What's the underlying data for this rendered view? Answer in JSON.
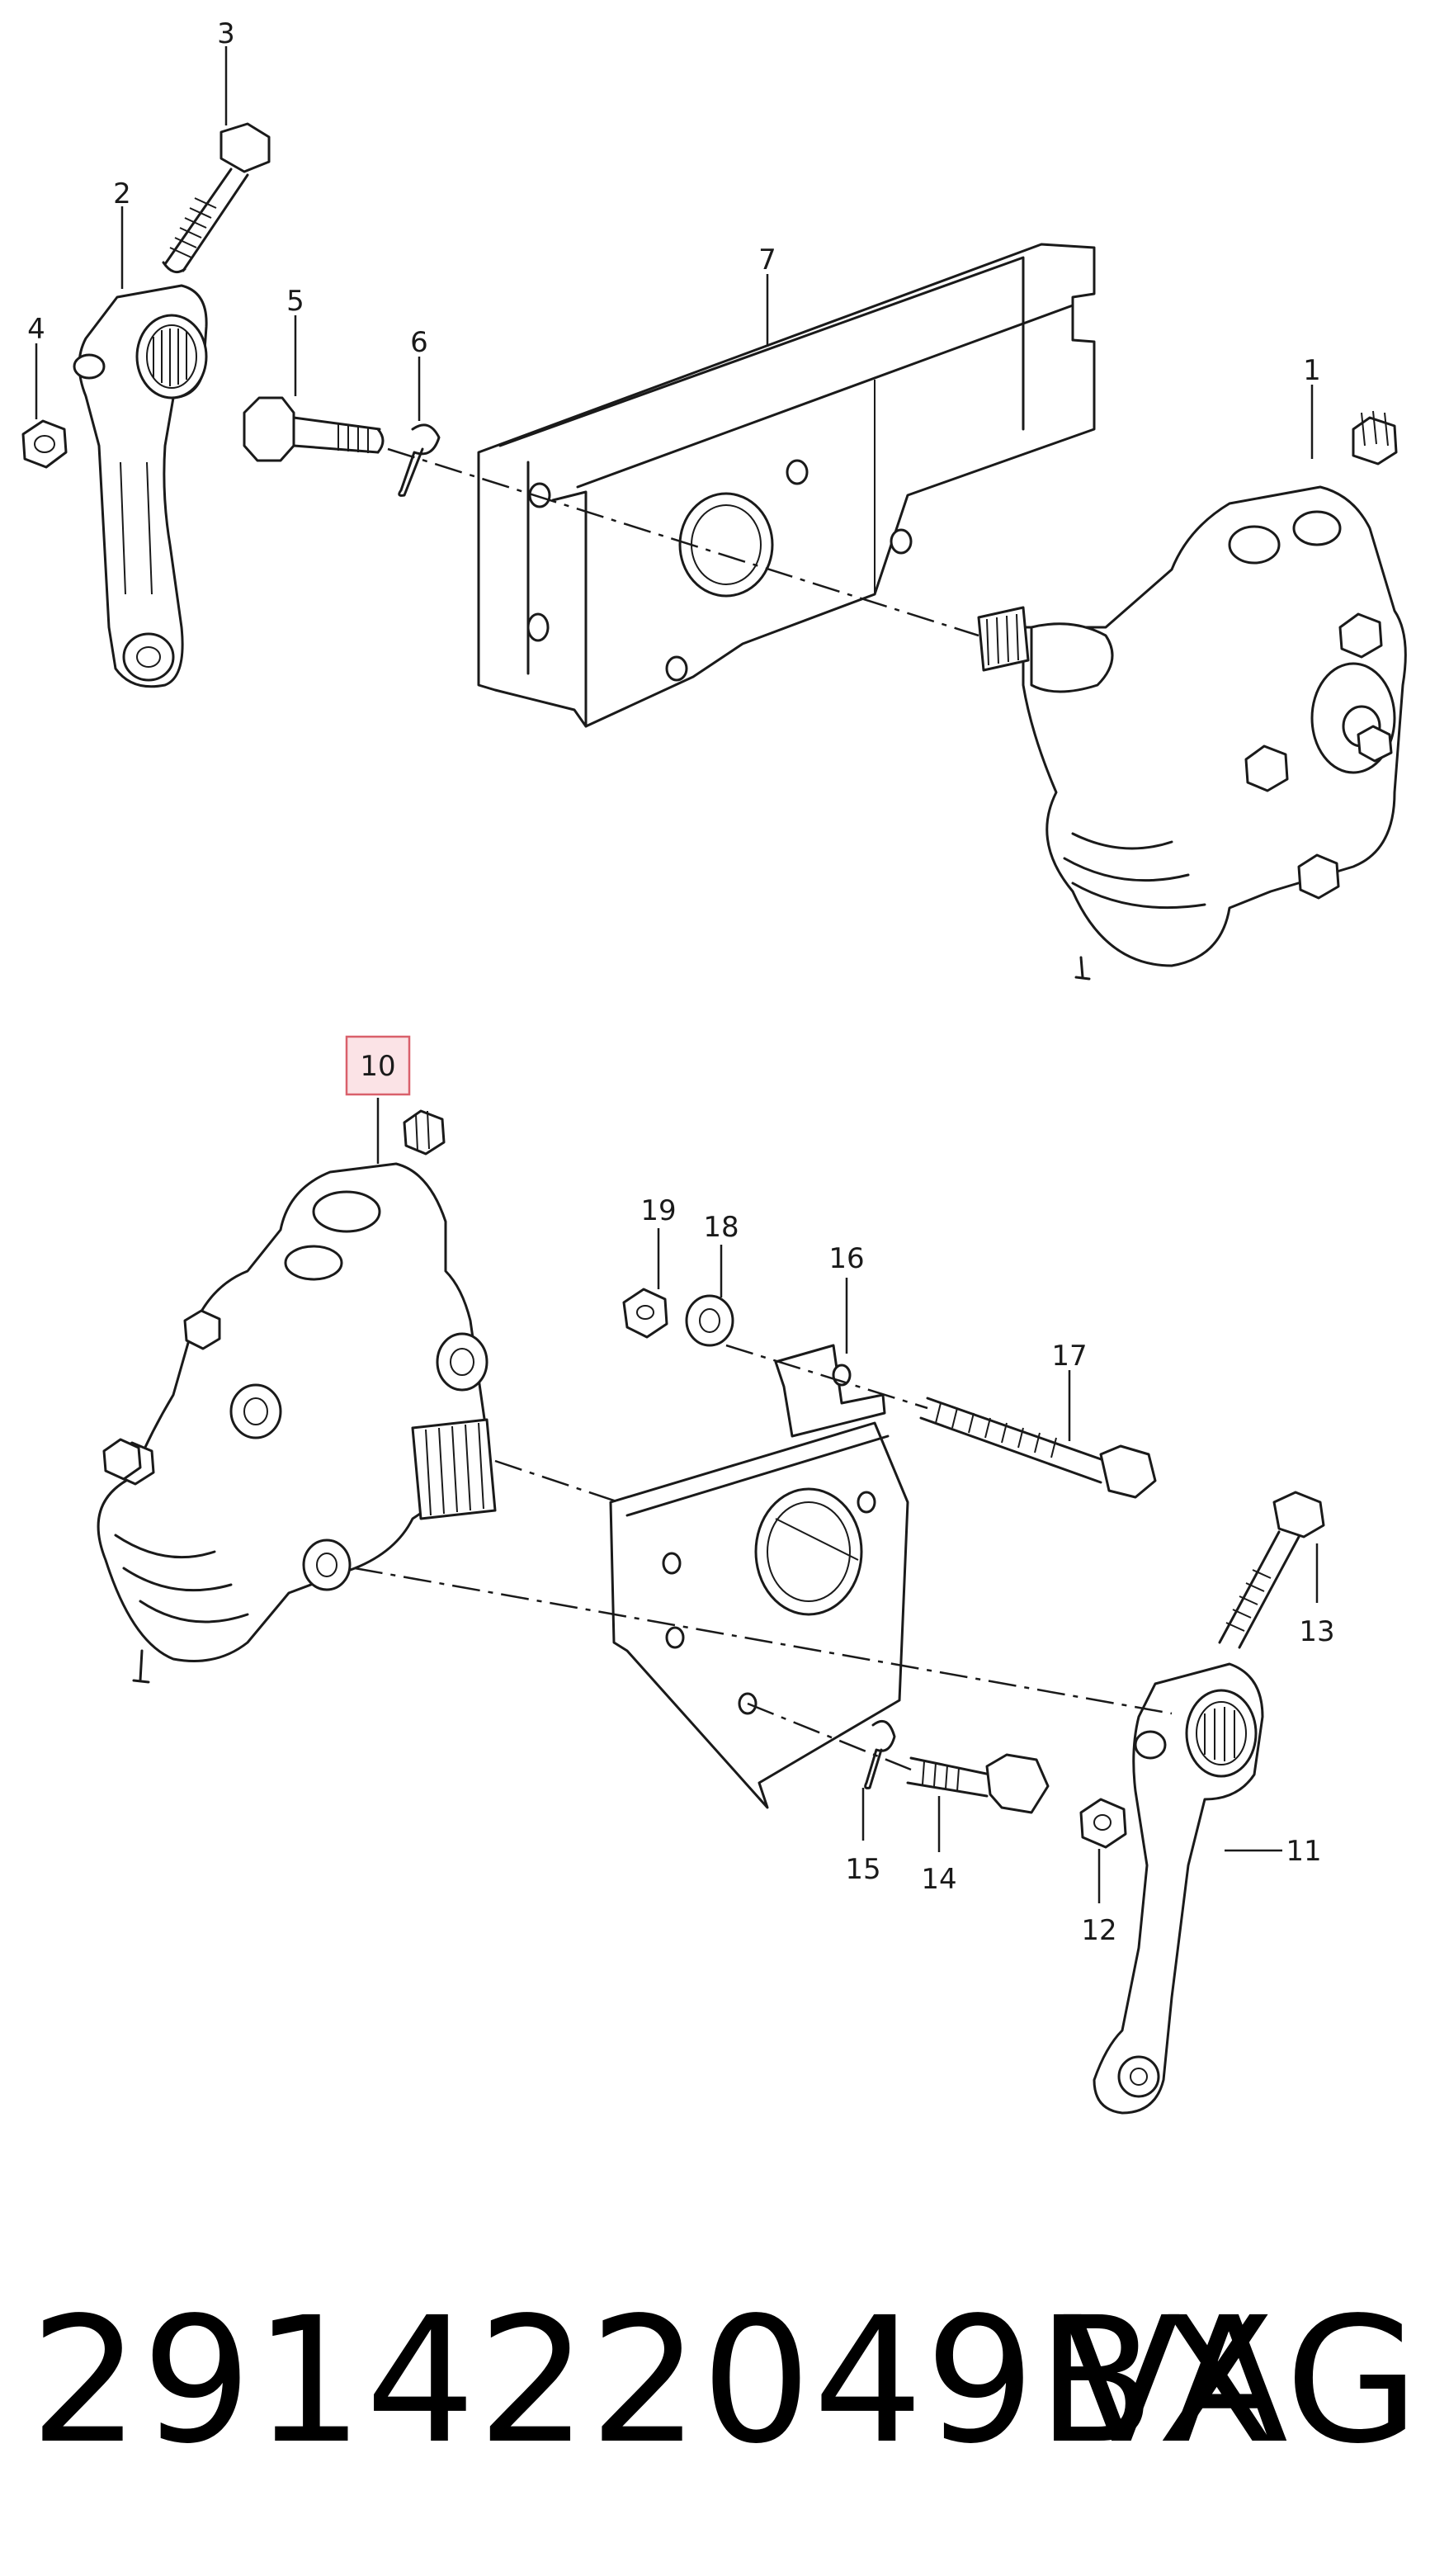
{
  "callouts": {
    "c1": "1",
    "c2": "2",
    "c3": "3",
    "c4": "4",
    "c5": "5",
    "c6": "6",
    "c7": "7",
    "c10": "10",
    "c11": "11",
    "c12": "12",
    "c13": "13",
    "c14": "14",
    "c15": "15",
    "c16": "16",
    "c17": "17",
    "c18": "18",
    "c19": "19"
  },
  "highlighted_callout": "10",
  "footer": {
    "part_number": "291422049BX",
    "brand": "VAG"
  },
  "colors": {
    "ink": "#1a1a1a",
    "highlight_fill": "#fbe3e6",
    "highlight_border": "#d9606b",
    "background": "#ffffff"
  }
}
